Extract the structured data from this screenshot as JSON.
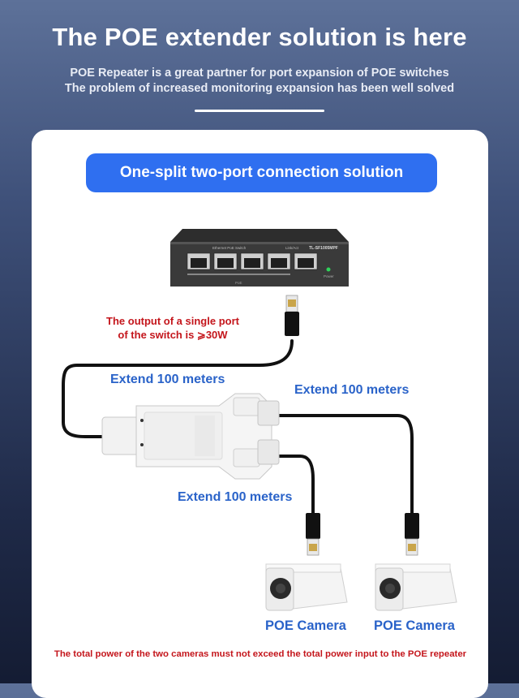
{
  "header": {
    "title": "The POE extender solution is here",
    "subtitle_line1": "POE Repeater is a great partner for port expansion of POE switches",
    "subtitle_line2": "The problem of increased monitoring expansion has been well solved"
  },
  "card": {
    "banner": "One-split two-port connection solution",
    "switch_text": {
      "brand_label": "Ethernet PoE Switch",
      "link_label": "Link/Act",
      "model": "TL-SF1005MPF",
      "port_strip": "PoE",
      "power_label": "Power"
    },
    "port_note_line1": "The output of a single port",
    "port_note_line2": "of the switch is ⩾30W",
    "extend_left": "Extend 100 meters",
    "extend_right": "Extend 100 meters",
    "extend_bottom": "Extend 100 meters",
    "camera_left": "POE Camera",
    "camera_right": "POE Camera",
    "footer_note": "The total power of the two cameras must not exceed the total power input to the POE repeater"
  },
  "colors": {
    "banner": "#2f6ff0",
    "label_blue": "#2a63c9",
    "note_red": "#c4161c"
  },
  "icons": [
    "poe-switch-icon",
    "rj45-connector-icon",
    "poe-repeater-icon",
    "bullet-camera-icon"
  ]
}
